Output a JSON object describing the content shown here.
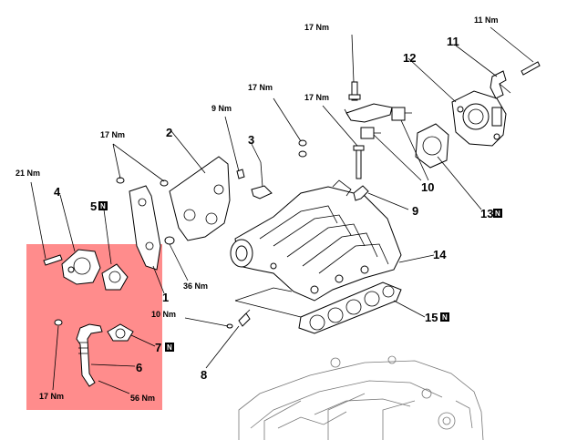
{
  "highlight": {
    "color": "#ff8080"
  },
  "torque_labels": {
    "t_11": "11 Nm",
    "t_17_top": "17 Nm",
    "t_17_nut": "17 Nm",
    "t_17_mid": "17 Nm",
    "t_9": "9 Nm",
    "t_17_left": "17 Nm",
    "t_21": "21 Nm",
    "t_36": "36 Nm",
    "t_10": "10 Nm",
    "t_17_bottom": "17 Nm",
    "t_56": "56 Nm"
  },
  "part_numbers": {
    "p1": "1",
    "p2": "2",
    "p3": "3",
    "p4": "4",
    "p5": "5",
    "p6": "6",
    "p7": "7",
    "p8": "8",
    "p9": "9",
    "p10": "10",
    "p11": "11",
    "p12": "12",
    "p13": "13",
    "p14": "14",
    "p15": "15"
  },
  "new_part_badge": "N",
  "icons": [
    "new-part-badge"
  ]
}
